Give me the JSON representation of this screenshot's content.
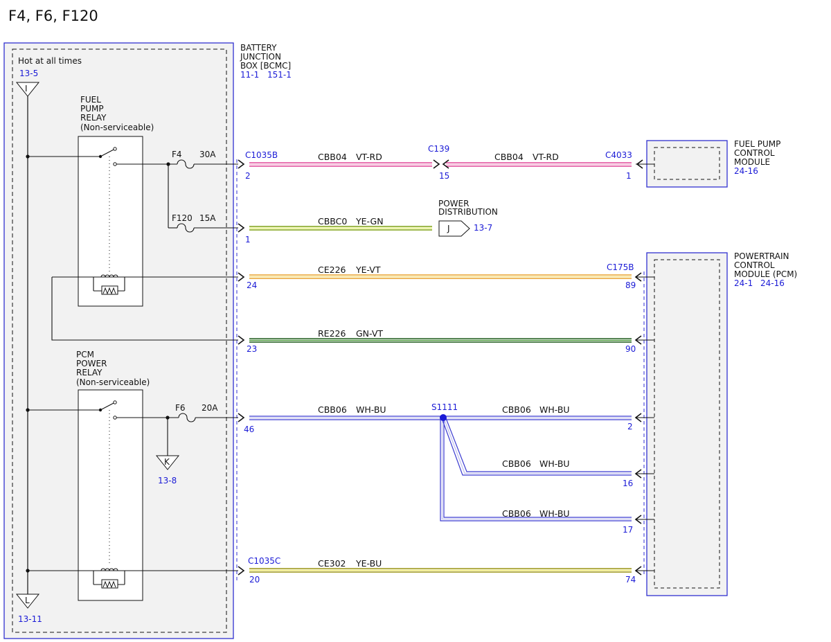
{
  "title": "F4, F6, F120",
  "colors": {
    "link": "#1a1ad6",
    "line": "#111111",
    "module_border": "#2f2fd0",
    "box_fill": "#f2f2f2",
    "VT-RD": "#e0489a",
    "YE-GN": "#bcd81e",
    "YE-VT": "#e8c23e",
    "GN-VT": "#2f6e2a",
    "WH-BU": "#3a3ad0",
    "YE-BU": "#c9c21a"
  },
  "junction_box": {
    "name_lines": [
      "BATTERY",
      "JUNCTION",
      "BOX [BCMC]"
    ],
    "refs": [
      "11-1",
      "151-1"
    ],
    "hot_label": "Hot at all times",
    "hot_ref": "13-5",
    "top_terminal": "I",
    "bottom_terminal": "L",
    "bottom_ref": "13-11"
  },
  "fuel_pump_relay": {
    "name_lines": [
      "FUEL",
      "PUMP",
      "RELAY",
      "(Non-serviceable)"
    ]
  },
  "pcm_power_relay": {
    "name_lines": [
      "PCM",
      "POWER",
      "RELAY",
      "(Non-serviceable)"
    ]
  },
  "fuses": {
    "f4": {
      "name": "F4",
      "rating": "30A"
    },
    "f120": {
      "name": "F120",
      "rating": "15A"
    },
    "f6": {
      "name": "F6",
      "rating": "20A"
    }
  },
  "ground_k": {
    "label": "K",
    "ref": "13-8"
  },
  "connectors": {
    "c1035b": "C1035B",
    "c139": "C139",
    "c4033": "C4033",
    "c175b": "C175B",
    "c1035c": "C1035C",
    "s1111": "S1111"
  },
  "pins": {
    "c1035b_2": "2",
    "c139_15": "15",
    "c4033_1": "1",
    "c1035b_1": "1",
    "c1035b_24": "24",
    "c175b_89": "89",
    "c1035b_23": "23",
    "c175b_90": "90",
    "c1035b_46": "46",
    "c175b_2": "2",
    "c175b_16": "16",
    "c175b_17": "17",
    "c1035c_20": "20",
    "c175b_74": "74"
  },
  "wires": [
    {
      "circuit": "CBB04",
      "color": "VT-RD"
    },
    {
      "circuit": "CBB04",
      "color": "VT-RD"
    },
    {
      "circuit": "CBBC0",
      "color": "YE-GN"
    },
    {
      "circuit": "CE226",
      "color": "YE-VT"
    },
    {
      "circuit": "RE226",
      "color": "GN-VT"
    },
    {
      "circuit": "CBB06",
      "color": "WH-BU"
    },
    {
      "circuit": "CBB06",
      "color": "WH-BU"
    },
    {
      "circuit": "CBB06",
      "color": "WH-BU"
    },
    {
      "circuit": "CBB06",
      "color": "WH-BU"
    },
    {
      "circuit": "CE302",
      "color": "YE-BU"
    }
  ],
  "power_distribution": {
    "name_lines": [
      "POWER",
      "DISTRIBUTION"
    ],
    "terminal": "J",
    "ref": "13-7"
  },
  "fuel_pump_control_module": {
    "name_lines": [
      "FUEL PUMP",
      "CONTROL",
      "MODULE"
    ],
    "ref": "24-16"
  },
  "pcm": {
    "name_lines": [
      "POWERTRAIN",
      "CONTROL",
      "MODULE (PCM)"
    ],
    "refs": [
      "24-1",
      "24-16"
    ]
  }
}
